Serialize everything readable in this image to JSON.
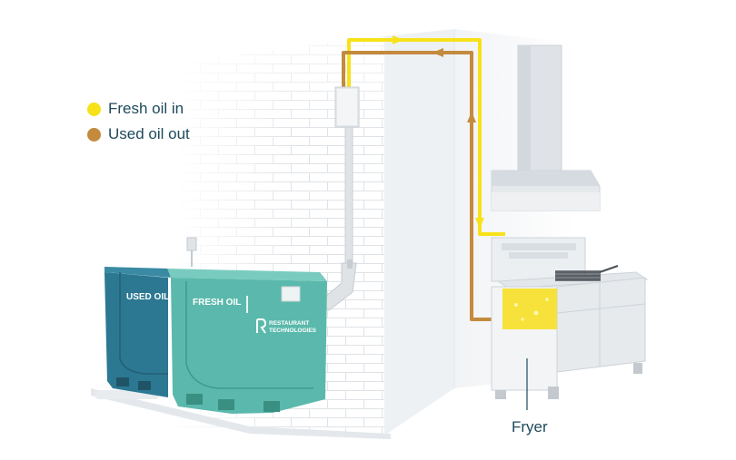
{
  "legend": {
    "items": [
      {
        "label": "Fresh oil in",
        "color": "#f7e21a"
      },
      {
        "label": "Used oil out",
        "color": "#c48a3e"
      }
    ]
  },
  "tanks": {
    "used_label": "USED OIL",
    "fresh_label": "FRESH OIL",
    "brand_line1": "RESTAURANT",
    "brand_line2": "TECHNOLOGIES",
    "used_color": "#2c7892",
    "fresh_color": "#5ab9ac"
  },
  "fryer": {
    "label": "Fryer",
    "oil_color": "#f6e23a"
  },
  "pipes": {
    "fresh_color": "#f7e21a",
    "used_color": "#c48a3e"
  }
}
